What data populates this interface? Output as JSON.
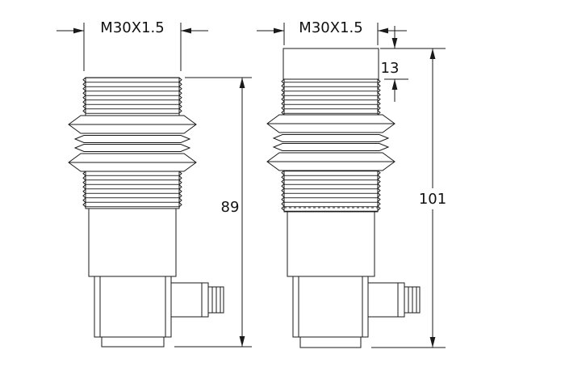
{
  "diagram": {
    "background": "#ffffff",
    "line_color": "#1a1a1a",
    "left_view": {
      "thread_label": "M30X1.5",
      "height_label": "89"
    },
    "right_view": {
      "thread_label": "M30X1.5",
      "cap_height_label": "13",
      "height_label": "101"
    }
  }
}
